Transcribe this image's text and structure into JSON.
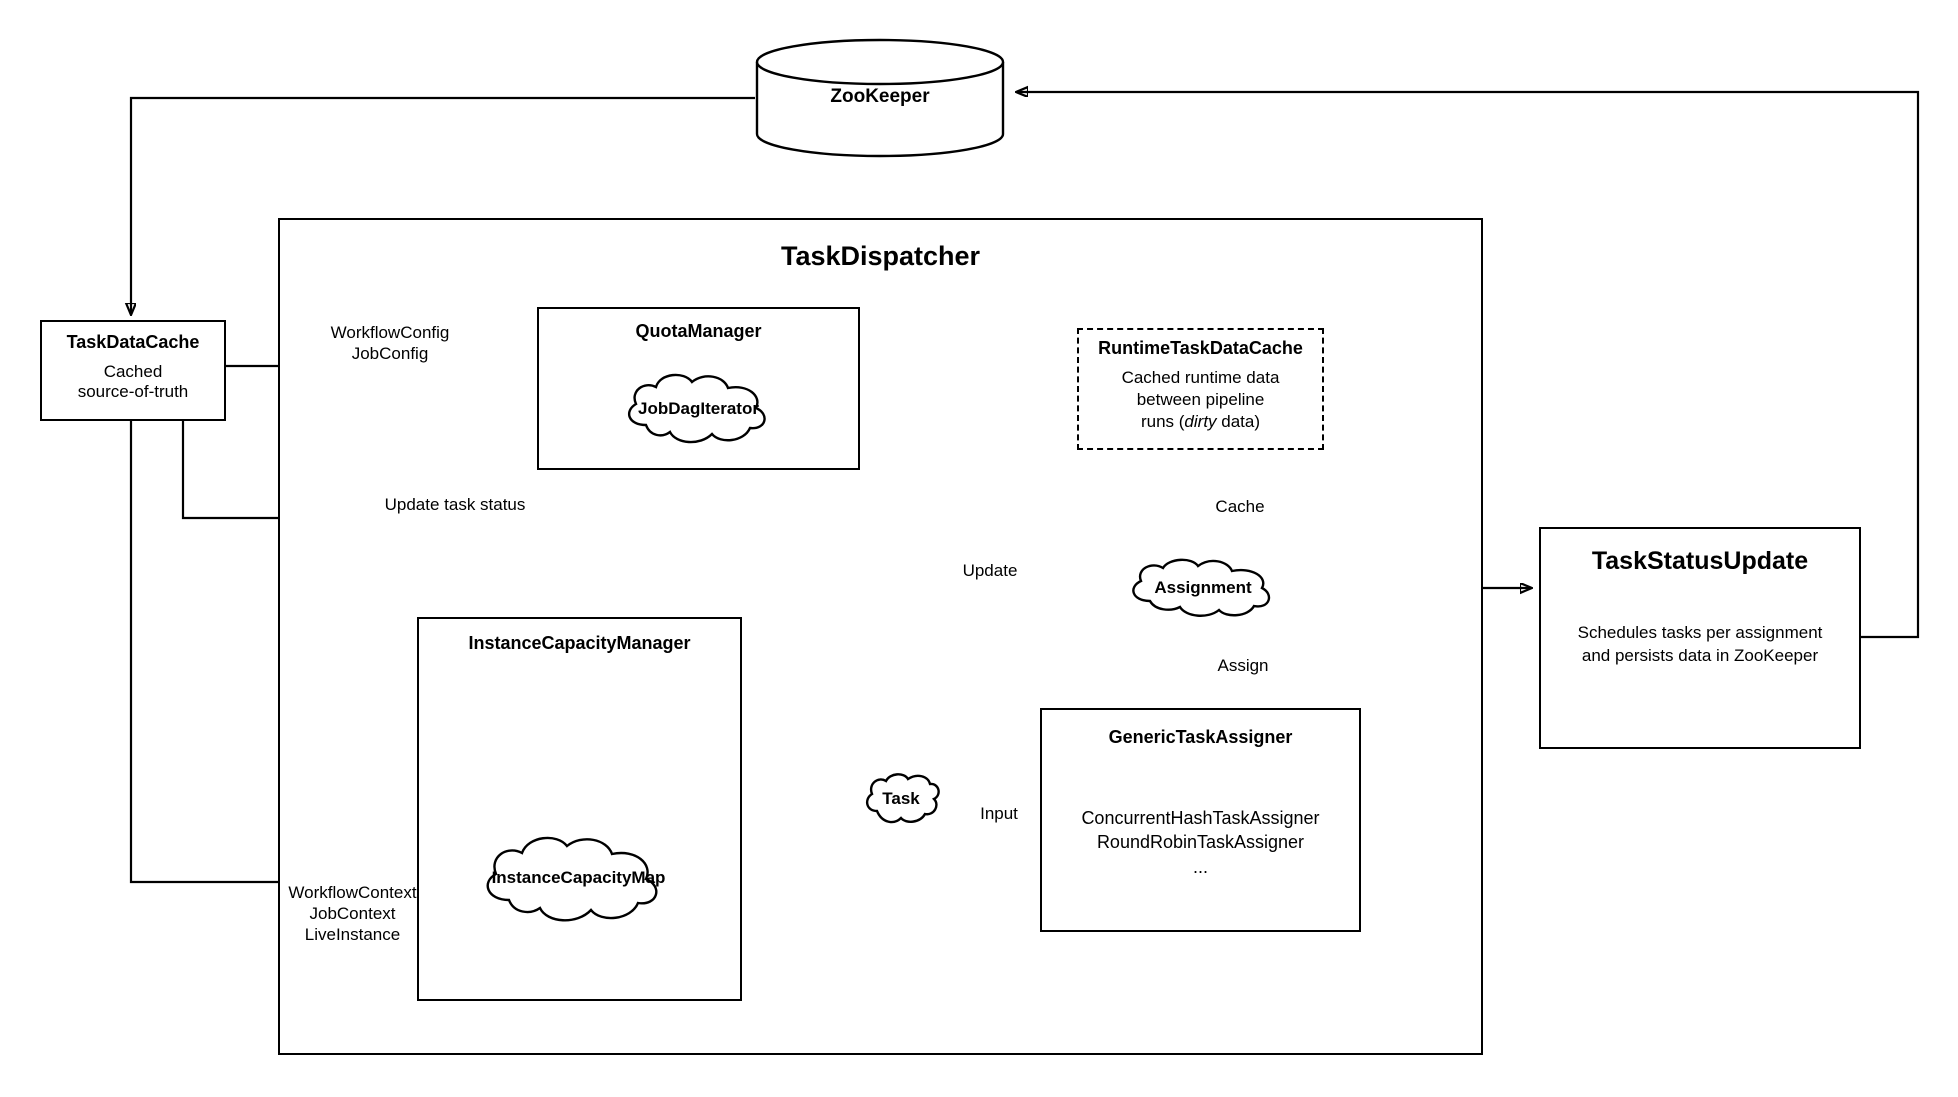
{
  "diagram": {
    "title": "TaskDispatcher architecture",
    "stroke_color": "#000000",
    "background_color": "#ffffff"
  },
  "zookeeper": {
    "label": "ZooKeeper"
  },
  "task_dispatcher": {
    "title": "TaskDispatcher"
  },
  "task_data_cache": {
    "title": "TaskDataCache",
    "subtitle": "Cached\nsource-of-truth"
  },
  "quota_manager": {
    "title": "QuotaManager",
    "cloud": "JobDagIterator"
  },
  "runtime_task_data_cache": {
    "title": "RuntimeTaskDataCache",
    "line1": "Cached runtime data",
    "line2": "between pipeline",
    "line3_pre": "runs (",
    "line3_em": "dirty",
    "line3_post": " data)"
  },
  "instance_capacity_manager": {
    "title": "InstanceCapacityManager",
    "cloud": "InstanceCapacityMap"
  },
  "generic_task_assigner": {
    "title": "GenericTaskAssigner",
    "implementations": "ConcurrentHashTaskAssigner\nRoundRobinTaskAssigner\n..."
  },
  "task_status_update": {
    "title": "TaskStatusUpdate",
    "subtitle": "Schedules tasks per assignment\nand persists data in ZooKeeper"
  },
  "clouds": {
    "assignment": "Assignment",
    "task": "Task"
  },
  "edge_labels": {
    "workflow_job_config": "WorkflowConfig\nJobConfig",
    "update_task_status": "Update task status",
    "cache": "Cache",
    "update": "Update",
    "assign": "Assign",
    "input": "Input",
    "contexts": "WorkflowContext\nJobContext\nLiveInstance"
  }
}
